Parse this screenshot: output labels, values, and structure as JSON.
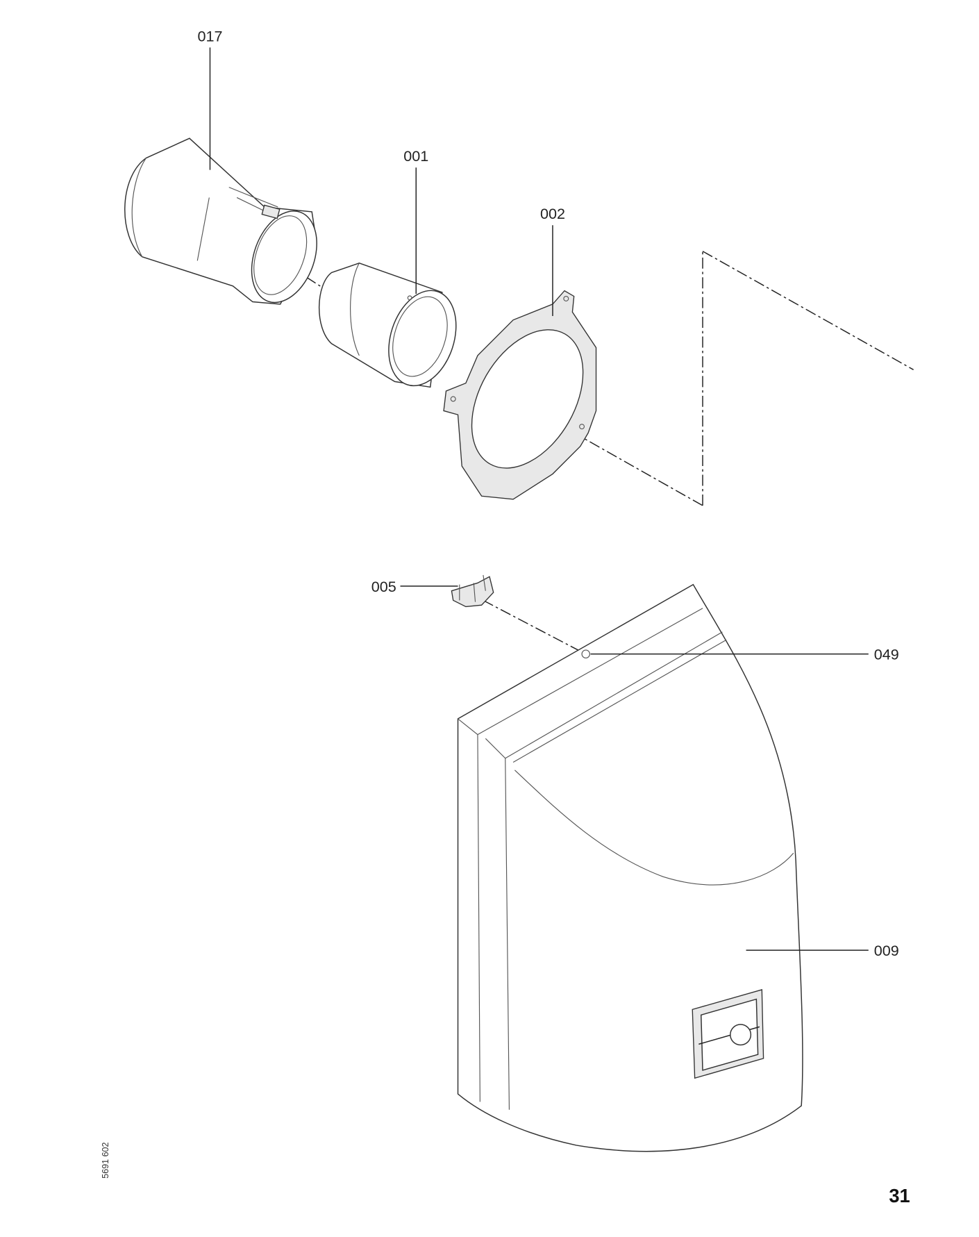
{
  "diagram": {
    "labels": {
      "p017": "017",
      "p001": "001",
      "p002": "002",
      "p005": "005",
      "p049": "049",
      "p009": "009"
    },
    "drawing_code": "5691 602",
    "page_number": "31"
  }
}
